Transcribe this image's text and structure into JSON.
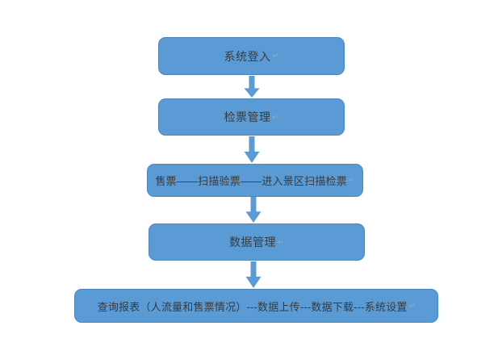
{
  "canvas": {
    "background": "#ffffff"
  },
  "flowchart": {
    "colors": {
      "node_fill": "#5b9bd5",
      "node_border": "#4a86c2",
      "arrow_fill": "#5b9bd5",
      "text": "#3a3a3a",
      "return_mark": "#a9a9a9"
    },
    "return_mark": "↵",
    "nodes": [
      {
        "id": "system-login",
        "label": "系统登入"
      },
      {
        "id": "ticket-check-mgmt",
        "label": "检票管理"
      },
      {
        "id": "ticket-flow",
        "label": "售票——扫描验票——进入景区扫描检票"
      },
      {
        "id": "data-mgmt",
        "label": "数据管理"
      },
      {
        "id": "report-and-settings",
        "label": "查询报表（人流量和售票情况）---数据上传---数据下载---系统设置"
      }
    ],
    "arrows": [
      {
        "from": "system-login",
        "to": "ticket-check-mgmt",
        "direction": "down"
      },
      {
        "from": "ticket-check-mgmt",
        "to": "ticket-flow",
        "direction": "down"
      },
      {
        "from": "ticket-flow",
        "to": "data-mgmt",
        "direction": "down"
      },
      {
        "from": "data-mgmt",
        "to": "report-and-settings",
        "direction": "down"
      }
    ]
  }
}
